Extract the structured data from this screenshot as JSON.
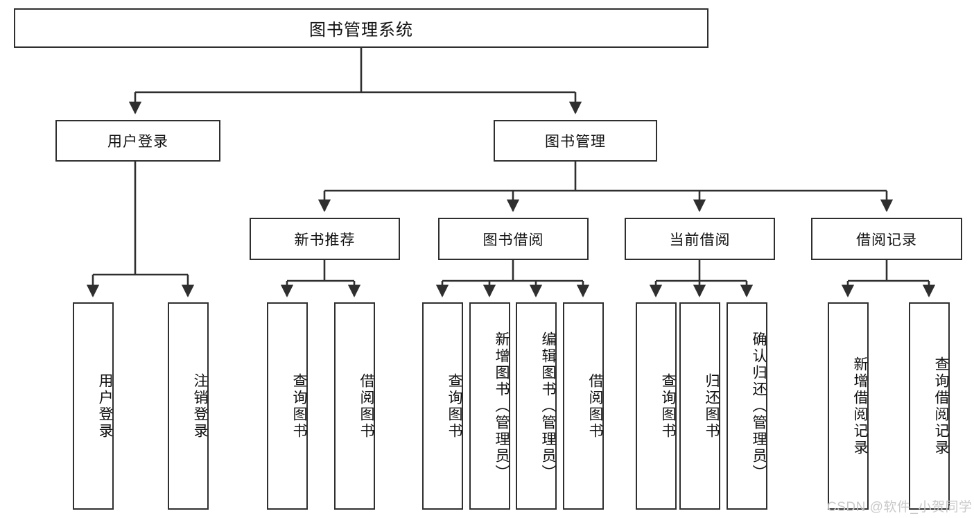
{
  "diagram": {
    "title": "图书管理系统",
    "type": "tree-hierarchy-chart",
    "watermark": "CSDN @软件_小贺同学",
    "colors": {
      "box_border": "#2f2f2f",
      "box_fill": "#ffffff",
      "edge": "#2f2f2f",
      "text": "#111111",
      "watermark": "#c9c9c9",
      "background": "#ffffff"
    }
  },
  "nodes": {
    "root": {
      "label": "图书管理系统"
    },
    "level1": [
      {
        "id": "user-login",
        "label": "用户登录"
      },
      {
        "id": "book-manage",
        "label": "图书管理"
      }
    ],
    "level2": [
      {
        "id": "new-book-recommend",
        "label": "新书推荐"
      },
      {
        "id": "book-borrow",
        "label": "图书借阅"
      },
      {
        "id": "current-borrow",
        "label": "当前借阅"
      },
      {
        "id": "borrow-record",
        "label": "借阅记录"
      }
    ],
    "leaves": {
      "user-login": [
        {
          "id": "leaf-user-login",
          "label": "用户登录"
        },
        {
          "id": "leaf-logout-login",
          "label": "注销登录"
        }
      ],
      "new-book-recommend": [
        {
          "id": "leaf-query-book-1",
          "label": "查询图书"
        },
        {
          "id": "leaf-borrow-book-1",
          "label": "借阅图书"
        }
      ],
      "book-borrow": [
        {
          "id": "leaf-query-book-2",
          "label": "查询图书"
        },
        {
          "id": "leaf-add-book",
          "label": "新增图书（管理员）"
        },
        {
          "id": "leaf-edit-book",
          "label": "编辑图书（管理员）"
        },
        {
          "id": "leaf-borrow-book-2",
          "label": "借阅图书"
        }
      ],
      "current-borrow": [
        {
          "id": "leaf-query-book-3",
          "label": "查询图书"
        },
        {
          "id": "leaf-return-book",
          "label": "归还图书"
        },
        {
          "id": "leaf-confirm-return",
          "label": "确认归还（管理员）"
        }
      ],
      "borrow-record": [
        {
          "id": "leaf-add-record",
          "label": "新增借阅记录"
        },
        {
          "id": "leaf-query-record",
          "label": "查询借阅记录"
        }
      ]
    }
  }
}
